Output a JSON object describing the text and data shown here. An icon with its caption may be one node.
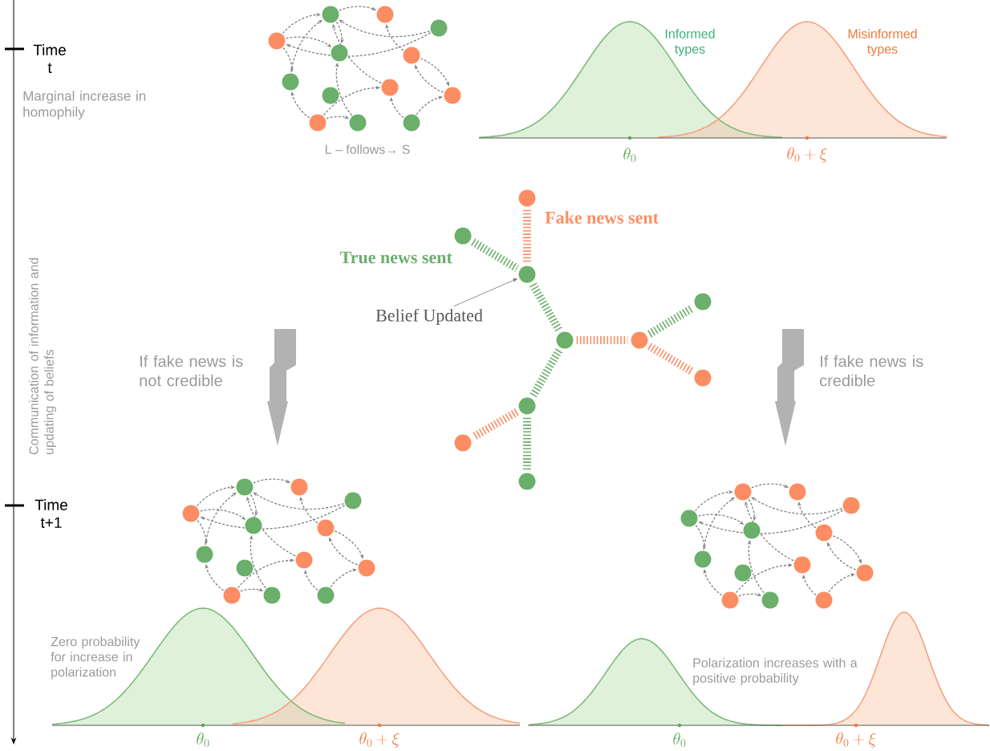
{
  "diagram": {
    "nodes": [
      {
        "text": [],
        "shape": "circle"
      },
      {
        "text": [],
        "shape": "circle"
      },
      {
        "text": [],
        "shape": "circle"
      },
      {
        "text": [],
        "shape": "circle"
      },
      {
        "text": [],
        "shape": "circle"
      },
      {
        "text": [],
        "shape": "circle"
      },
      {
        "text": [],
        "shape": "circle"
      },
      {
        "text": [],
        "shape": "circle"
      },
      {
        "text": [],
        "shape": "circle"
      },
      {
        "text": [],
        "shape": "circle"
      },
      {
        "text": [
          "Belief Updated"
        ]
      }
    ],
    "edges": [
      {
        "from": 0,
        "to": 2,
        "arrow": "none",
        "style": "dashed",
        "color": "#fc8d62"
      },
      {
        "from": 1,
        "to": 2,
        "arrow": "none",
        "style": "dashed",
        "color": "#6aaf6a"
      },
      {
        "from": 2,
        "to": 4,
        "arrow": "none",
        "style": "dashed",
        "color": "#6aaf6a"
      },
      {
        "from": 4,
        "to": 5,
        "arrow": "none",
        "style": "dashed",
        "color": "#fc8d62"
      },
      {
        "from": 5,
        "to": 3,
        "arrow": "none",
        "style": "dashed",
        "color": "#6aaf6a"
      },
      {
        "from": 5,
        "to": 6,
        "arrow": "none",
        "style": "dashed",
        "color": "#fc8d62"
      },
      {
        "from": 4,
        "to": 7,
        "arrow": "none",
        "style": "dashed",
        "color": "#6aaf6a"
      },
      {
        "from": 7,
        "to": 8,
        "arrow": "none",
        "style": "dashed",
        "color": "#fc8d62"
      },
      {
        "from": 7,
        "to": 9,
        "arrow": "none",
        "style": "dashed",
        "color": "#6aaf6a"
      },
      {
        "from": 10,
        "to": 2,
        "arrow": "to"
      }
    ],
    "labels": [
      "Time t",
      "Marginal increase in homophily",
      "L – follows→ S",
      "Informed types",
      "Misinformed types",
      "\\theta_0",
      "\\theta_0 + \\xi",
      "Fake news sent",
      "True news sent",
      "Communication of information and updating of beliefs",
      "If fake news is not credible",
      "If fake news is credible",
      "Time t+1",
      "Zero probability for increase in polarization",
      "\\theta_0",
      "\\theta_0 + \\xi",
      "Polarization increases with a positive probability",
      "\\theta_0",
      "\\theta_0 + \\xi"
    ]
  }
}
